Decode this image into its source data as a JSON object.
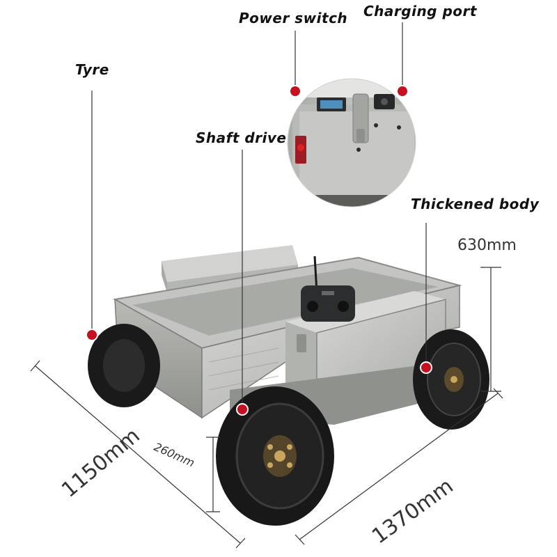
{
  "callouts": {
    "power_switch": "Power switch",
    "charging_port": "Charging port",
    "tyre": "Tyre",
    "shaft_drive": "Shaft drive",
    "thickened_body": "Thickened body"
  },
  "dimensions": {
    "height": "630mm",
    "ground_clearance": "260mm",
    "width": "1150mm",
    "length": "1370mm"
  },
  "colors": {
    "marker": "#c4101f",
    "body": "#c8c9c6",
    "tyre": "#1a1a1a"
  }
}
